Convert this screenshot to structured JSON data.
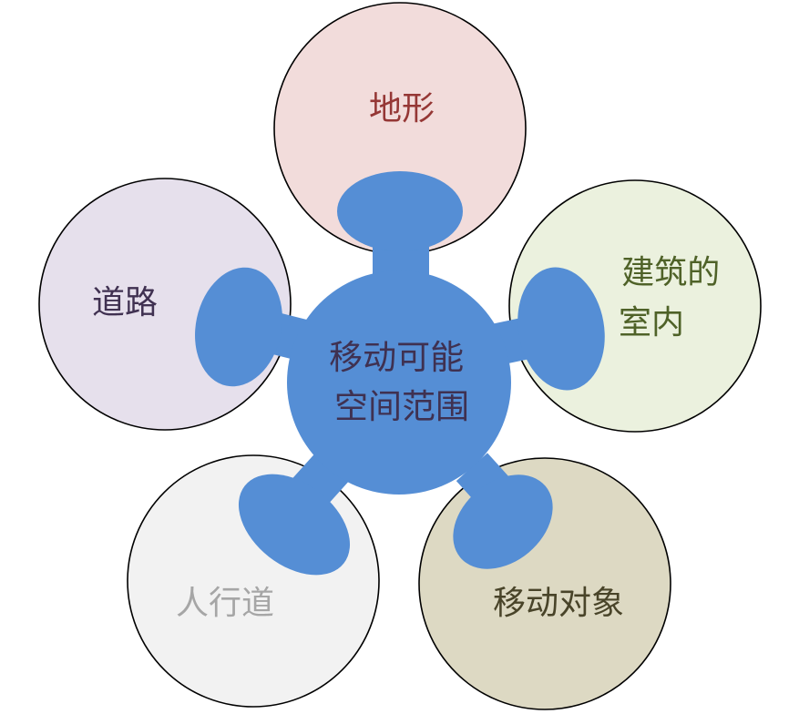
{
  "diagram": {
    "center": {
      "lines": [
        "移动可能",
        "空间范围"
      ],
      "fill": "#558ed5",
      "text_color": "#3f3151"
    },
    "nodes": [
      {
        "id": "terrain",
        "lines": [
          "地形"
        ],
        "fill": "#f2dcdb",
        "text_color": "#953735"
      },
      {
        "id": "building-interior",
        "lines": [
          "建筑的",
          "室内"
        ],
        "fill": "#ebf1de",
        "text_color": "#4f6228"
      },
      {
        "id": "moving-objects",
        "lines": [
          "移动对象"
        ],
        "fill": "#ddd9c3",
        "text_color": "#494429"
      },
      {
        "id": "sidewalk",
        "lines": [
          "人行道"
        ],
        "fill": "#f2f2f2",
        "text_color": "#a6a6a6"
      },
      {
        "id": "road",
        "lines": [
          "道路"
        ],
        "fill": "#e6e0ec",
        "text_color": "#403151"
      }
    ]
  }
}
